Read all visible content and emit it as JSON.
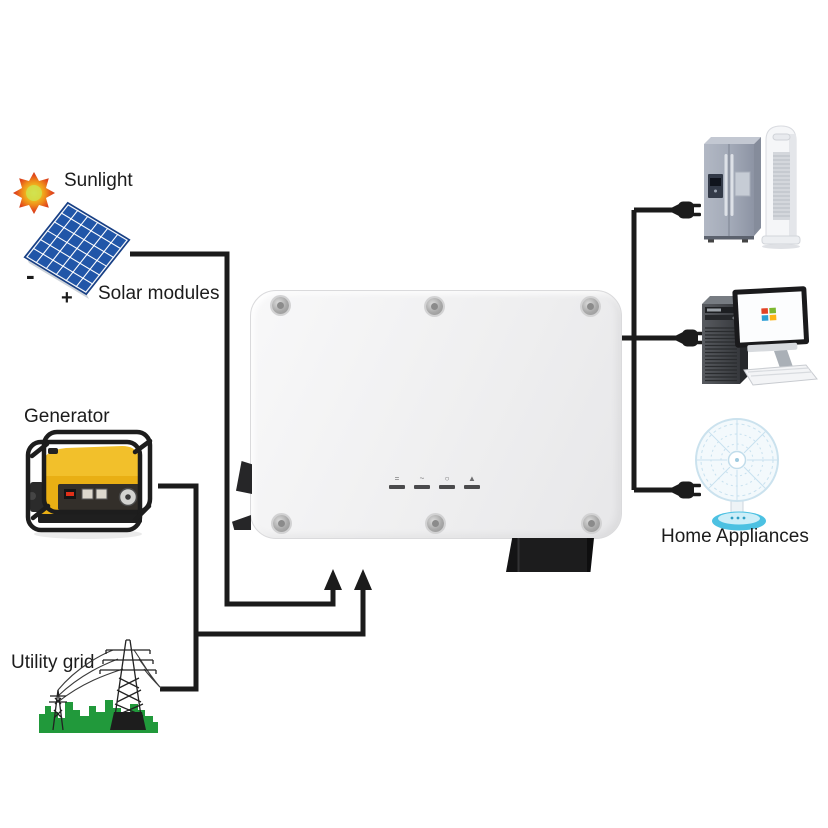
{
  "scene": {
    "background": "#ffffff",
    "labels": {
      "sunlight": "Sunlight",
      "solar_modules": "Solar modules",
      "solar_minus": "-",
      "solar_plus": "+",
      "generator": "Generator",
      "utility_grid": "Utility grid",
      "home_appliances": "Home Appliances"
    },
    "inverter": {
      "indicators": [
        {
          "name": "dc-indicator-icon",
          "glyph": "="
        },
        {
          "name": "ac-indicator-icon",
          "glyph": "~"
        },
        {
          "name": "alarm-indicator-icon",
          "glyph": "○"
        },
        {
          "name": "warning-indicator-icon",
          "glyph": "▲"
        }
      ],
      "screw_count": 6
    },
    "icons": [
      "sun-icon",
      "solar-panel-icon",
      "generator-icon",
      "power-lines-icon",
      "inverter-icon",
      "plug-icon",
      "refrigerator-icon",
      "air-conditioner-icon",
      "desktop-computer-icon",
      "table-fan-icon",
      "up-arrow-icon"
    ],
    "colors": {
      "line": "#1b1b1b",
      "solar_blue": "#2156a8",
      "generator_yellow": "#e9af14",
      "grid_green": "#21993b",
      "inverter_body": "#efefef",
      "fan_base_blue": "#4cc1e2",
      "sun_orange": "#ef8c1a",
      "text": "#1c1c1c"
    }
  }
}
